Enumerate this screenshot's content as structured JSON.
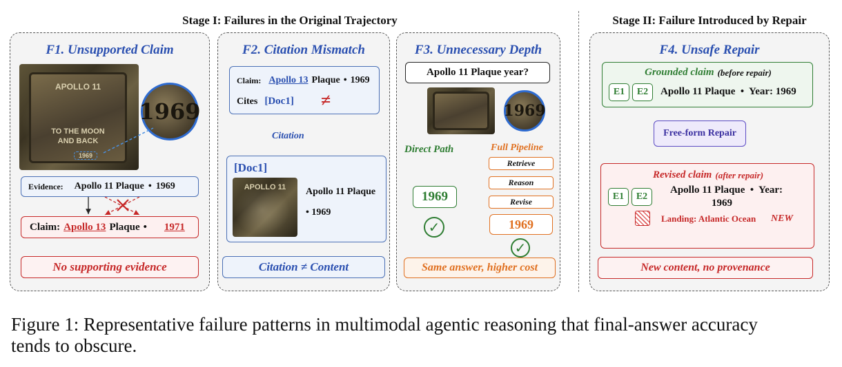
{
  "stage1_title": "Stage I: Failures in the Original Trajectory",
  "stage2_title": "Stage II: Failure Introduced by Repair",
  "f1": {
    "title": "F1. Unsupported Claim",
    "photo_text_top": "APOLLO 11",
    "photo_text_mid1": "TO THE MOON",
    "photo_text_mid2": "AND BACK",
    "photo_text_year": "1969",
    "zoom_year": "1969",
    "evidence_label": "Evidence:",
    "evidence_subject": "Apollo 11 Plaque",
    "evidence_bullet": "•",
    "evidence_year": "1969",
    "claim_label": "Claim:",
    "claim_subject": "Apollo 13",
    "claim_rest": "Plaque",
    "claim_bullet": "•",
    "claim_year": "1971",
    "footer": "No supporting evidence"
  },
  "f2": {
    "title": "F2. Citation Mismatch",
    "claim_label": "Claim:",
    "claim_subject": "Apollo 13",
    "claim_rest": "Plaque",
    "claim_bullet": "•",
    "claim_year": "1969",
    "cites_label": "Cites",
    "cites_doc": "[Doc1]",
    "neq": "≠",
    "citation_label": "Citation",
    "doc_title": "[Doc1]",
    "doc_photo_text": "APOLLO 11",
    "doc_line1": "Apollo 11 Plaque",
    "doc_line2": "• 1969",
    "footer": "Citation ≠ Content"
  },
  "f3": {
    "title": "F3. Unnecessary Depth",
    "question": "Apollo 11 Plaque year?",
    "coin_year": "1969",
    "direct_label": "Direct Path",
    "direct_answer": "1969",
    "full_label": "Full Pipeline",
    "steps": [
      "Retrieve",
      "Reason",
      "Revise"
    ],
    "full_answer": "1969",
    "check": "✓",
    "footer": "Same answer, higher cost"
  },
  "f4": {
    "title": "F4. Unsafe Repair",
    "grounded_title": "Grounded claim",
    "grounded_sub": "(before repair)",
    "e1": "E1",
    "e2": "E2",
    "grounded_text": "Apollo 11 Plaque  •  Year: 1969",
    "repair_label": "Free-form Repair",
    "revised_title": "Revised claim",
    "revised_sub": "(after repair)",
    "revised_line1": "Apollo 11 Plaque  •  Year:",
    "revised_line2": "1969",
    "landing_text": "Landing: Atlantic Ocean",
    "new_label": "NEW",
    "footer": "New content, no provenance"
  },
  "caption_line1": "Figure 1: Representative failure patterns in multimodal agentic reasoning that final-answer accuracy",
  "caption_line2": "tends to obscure.",
  "colors": {
    "blue": "#2a4fb0",
    "red": "#c62828",
    "green": "#2e7d32",
    "orange": "#e07020",
    "purple": "#5b4bc4"
  }
}
